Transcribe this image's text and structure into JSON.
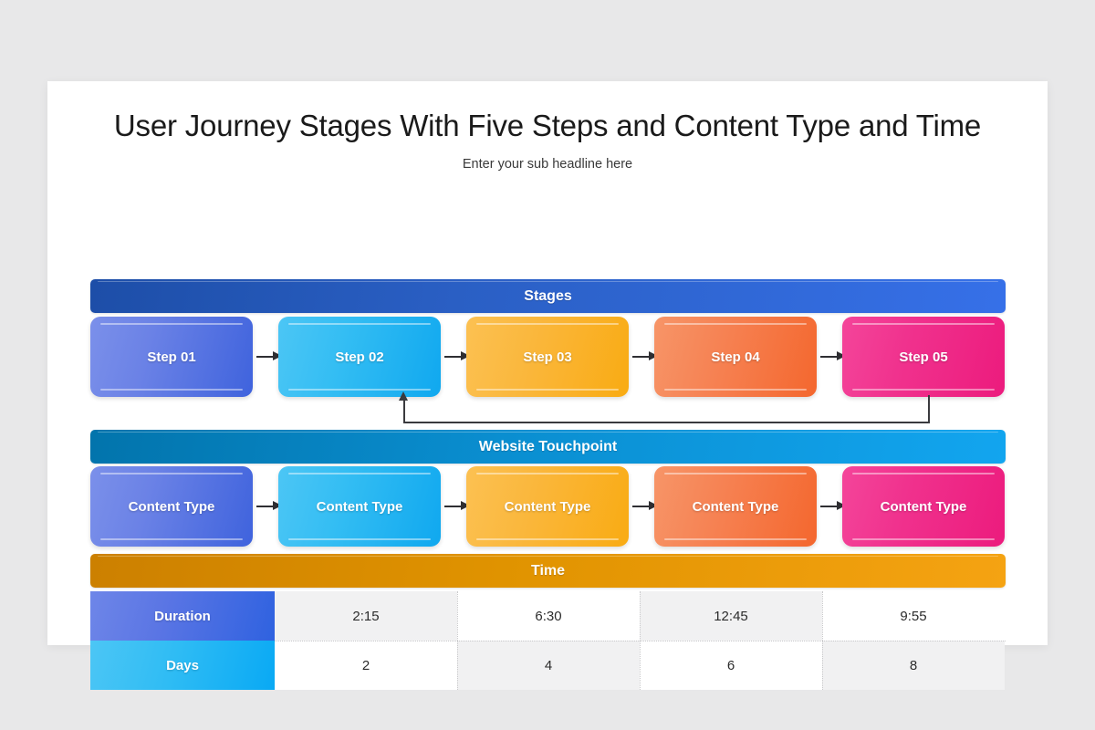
{
  "slide": {
    "title": "User Journey Stages With Five Steps and Content Type and Time",
    "subtitle": "Enter your sub headline here"
  },
  "bands": {
    "stages": "Stages",
    "touchpoint": "Website Touchpoint",
    "time": "Time"
  },
  "steps": [
    {
      "label": "Step 01",
      "color": "#3f63dd"
    },
    {
      "label": "Step 02",
      "color": "#10a8ef"
    },
    {
      "label": "Step 03",
      "color": "#f9ab13"
    },
    {
      "label": "Step 04",
      "color": "#f4672e"
    },
    {
      "label": "Step 05",
      "color": "#ec1b7d"
    }
  ],
  "content_types": [
    {
      "label": "Content Type",
      "color": "#3f63dd"
    },
    {
      "label": "Content Type",
      "color": "#10a8ef"
    },
    {
      "label": "Content Type",
      "color": "#f9ab13"
    },
    {
      "label": "Content Type",
      "color": "#f4672e"
    },
    {
      "label": "Content Type",
      "color": "#ec1b7d"
    }
  ],
  "time_table": {
    "rows": [
      {
        "label": "Duration",
        "values": [
          "2:15",
          "6:30",
          "12:45",
          "9:55"
        ]
      },
      {
        "label": "Days",
        "values": [
          "2",
          "4",
          "6",
          "8"
        ]
      }
    ]
  },
  "icons": {
    "flow_arrow": "arrow-right-icon",
    "feedback_loop": "loop-back-arrow-icon"
  },
  "palette": {
    "page_background": "#e8e8e9",
    "slide_background": "#ffffff",
    "band_stages": "#2a5fc4",
    "band_touchpoint": "#0a8ed0",
    "band_time": "#e09300",
    "arrow": "#2f2f33"
  }
}
